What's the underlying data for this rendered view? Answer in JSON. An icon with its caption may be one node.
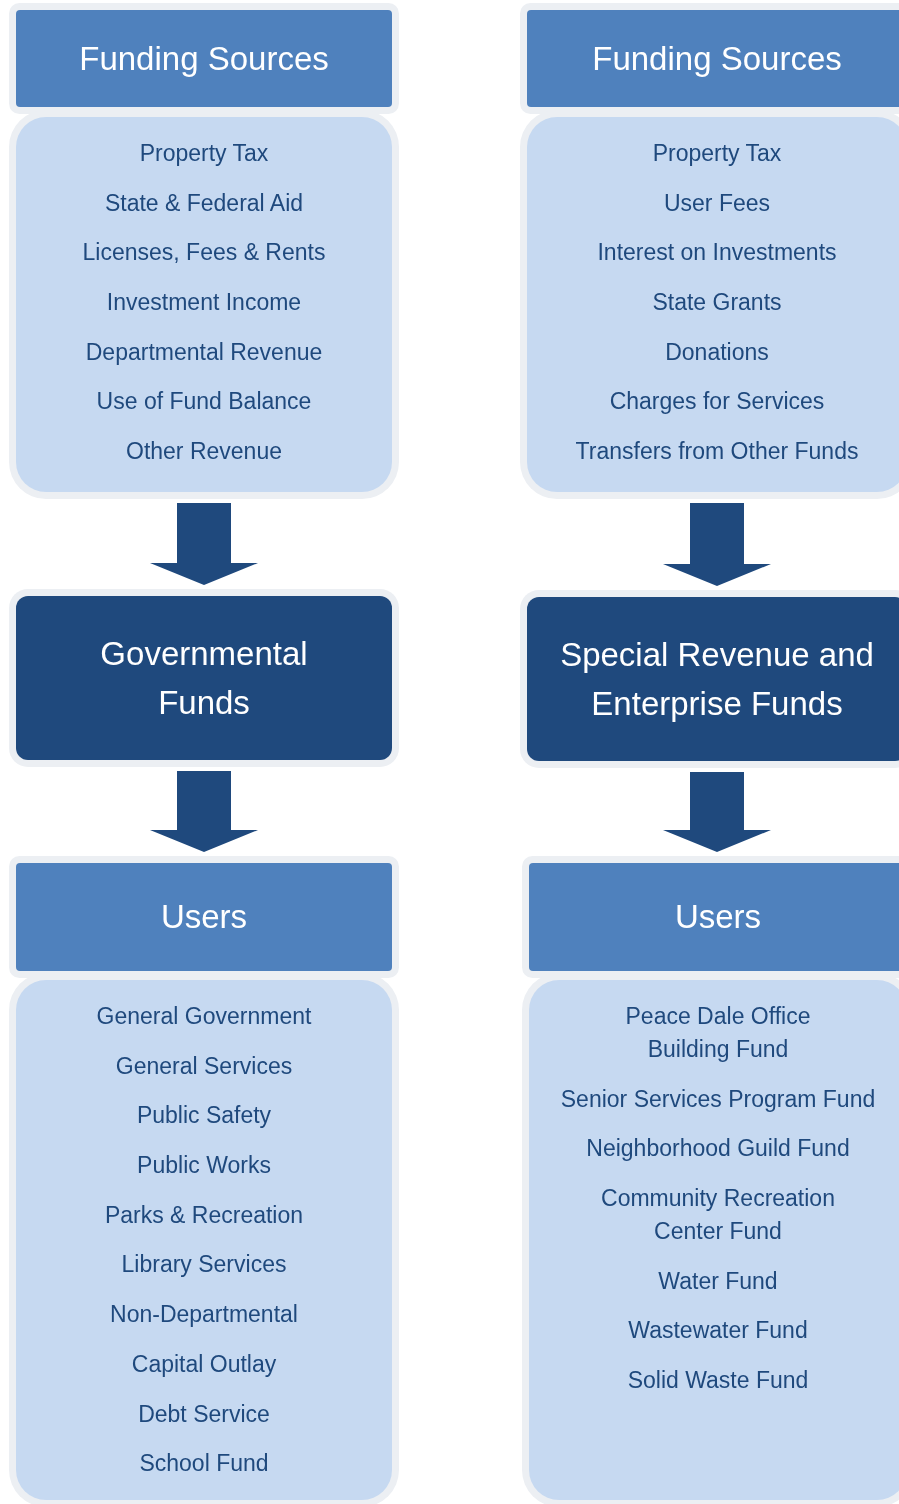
{
  "diagram": {
    "nodes": [
      {
        "text": [
          "Funding Sources"
        ]
      },
      {
        "text": [
          "Property Tax",
          "State & Federal Aid",
          "Licenses, Fees & Rents",
          "Investment Income",
          "Departmental Revenue",
          "Use of Fund Balance",
          "Other Revenue"
        ]
      },
      {
        "text": [
          "Governmental Funds"
        ]
      },
      {
        "text": [
          "Users"
        ]
      },
      {
        "text": [
          "General Government",
          "General Services",
          "Public Safety",
          "Public Works",
          "Parks & Recreation",
          "Library Services",
          "Non-Departmental",
          "Capital Outlay",
          "Debt Service",
          "School Fund"
        ]
      },
      {
        "text": [
          "Funding Sources"
        ]
      },
      {
        "text": [
          "Property Tax",
          "User Fees",
          "Interest on Investments",
          "State Grants",
          "Donations",
          "Charges for Services",
          "Transfers from Other Funds"
        ]
      },
      {
        "text": [
          "Special Revenue and Enterprise Funds"
        ]
      },
      {
        "text": [
          "Users"
        ]
      },
      {
        "text": [
          "Peace Dale Office Building Fund",
          "Senior Services Program Fund",
          "Neighborhood Guild Fund",
          "Community Recreation Center Fund",
          "Water Fund",
          "Wastewater Fund",
          "Solid Waste Fund"
        ]
      }
    ],
    "edges": [
      {
        "from": 1,
        "to": 2,
        "arrow": "to",
        "style": "thick"
      },
      {
        "from": 2,
        "to": 3,
        "arrow": "to",
        "style": "thick"
      },
      {
        "from": 6,
        "to": 7,
        "arrow": "to",
        "style": "thick"
      },
      {
        "from": 7,
        "to": 8,
        "arrow": "to",
        "style": "thick"
      }
    ]
  }
}
